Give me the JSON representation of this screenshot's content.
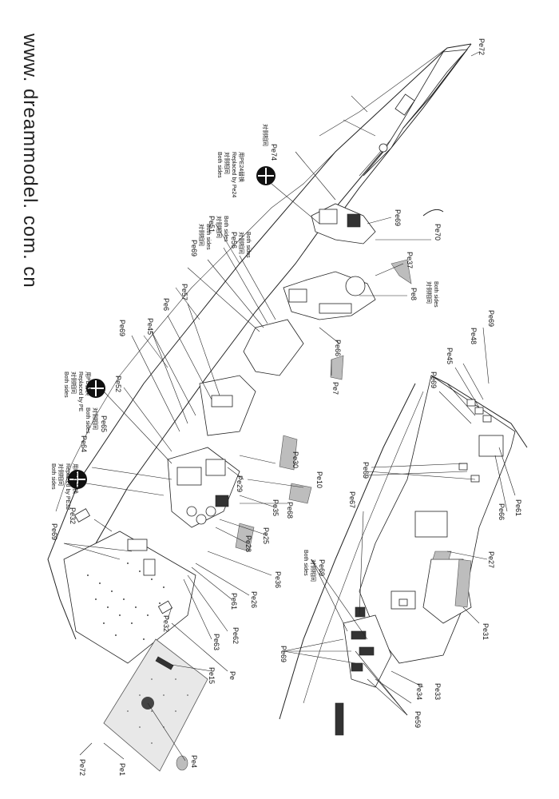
{
  "website": "www. dreammodel. com. cn",
  "callouts": {
    "replace_pe24": [
      "用PE24替换",
      "Replaced by Pe24",
      "对侧相同",
      "Both sides"
    ],
    "replace_pe": [
      "用PE替换",
      "Replaced by PE",
      "对侧相同",
      "Both sides"
    ],
    "replace_pe32": [
      "用PE32替换",
      "Replaced by PE32",
      "对侧相同",
      "Both sides"
    ]
  },
  "labels": {
    "pe72_top": "Pe72",
    "pe74": "Pe74",
    "pe74_cn": "对侧相同",
    "pe69_fwd": "Pe69",
    "pe70": "Pe70",
    "pe37": "Pe37",
    "pe8": "Pe8",
    "pe8_both": [
      "对侧相同",
      "Both sides"
    ],
    "pe56": "Pe56",
    "pe56_both": [
      "对侧相同",
      "Both sides"
    ],
    "pe51": "Pe51",
    "pe51_both": [
      "对侧相同",
      "Both sides"
    ],
    "pe69_mid": "Pe69",
    "pe69_mid_both": [
      "对侧相同",
      "Both sides"
    ],
    "pe57": "Pe57",
    "pe6": "Pe6",
    "pe45_left": "Pe45",
    "pe69_left": "Pe69",
    "pe66_main": "Pe66",
    "pe7": "Pe7",
    "pe52": "Pe52",
    "pe65": "Pe65",
    "pe65_both": [
      "对侧相同",
      "Both sides"
    ],
    "pe64": "Pe64",
    "pe30": "Pe30",
    "pe29": "Pe29",
    "pe10": "Pe10",
    "pe35": "Pe35",
    "pe68": "Pe68",
    "pe25": "Pe25",
    "pe28": "Pe28",
    "pe32_top": "Pe32",
    "pe69_stern": "Pe69",
    "pe36": "Pe36",
    "pe26": "Pe26",
    "pe61_main": "Pe61",
    "pe62": "Pe62",
    "pe63": "Pe63",
    "pe32_low": "Pe32",
    "pe15": "Pe15",
    "pe_plain": "Pe",
    "pe4": "Pe4",
    "pe1": "Pe1",
    "pe72_bottom": "Pe72",
    "pe69_r_top": "Pe69",
    "pe48": "Pe48",
    "pe45_right": "Pe45",
    "pe69_r2": "Pe69",
    "pe69_r3": "Pe69",
    "pe61_right": "Pe61",
    "pe66_right": "Pe66",
    "pe67": "Pe67",
    "pe27": "Pe27",
    "pe69_r4": "Pe69",
    "pe69_r4_both": [
      "对侧相同",
      "Both sides"
    ],
    "pe31": "Pe31",
    "pe69_r5": "Pe69",
    "pe33": "Pe33",
    "pe34": "Pe34",
    "pe59": "Pe59"
  }
}
